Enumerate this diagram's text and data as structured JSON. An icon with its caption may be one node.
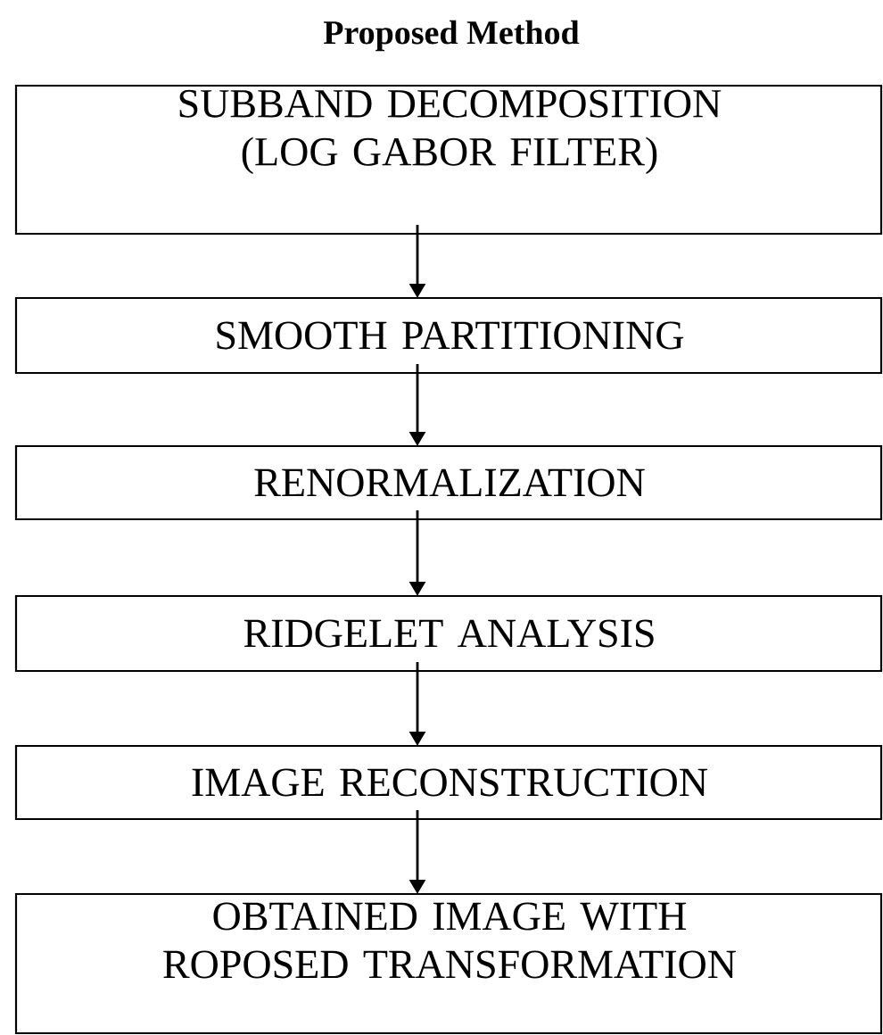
{
  "diagram": {
    "title": "Proposed Method",
    "nodes": [
      {
        "text": [
          "SUBBAND DECOMPOSITION (LOG GABOR FILTER)"
        ]
      },
      {
        "text": [
          "SMOOTH PARTITIONING"
        ]
      },
      {
        "text": [
          "RENORMALIZATION"
        ]
      },
      {
        "text": [
          "RIDGELET ANALYSIS"
        ]
      },
      {
        "text": [
          "IMAGE RECONSTRUCTION"
        ]
      },
      {
        "text": [
          "OBTAINED IMAGE WITH ROPOSED TRANSFORMATION"
        ]
      }
    ],
    "edges": [
      {
        "from": 0,
        "to": 1,
        "arrow": "to"
      },
      {
        "from": 1,
        "to": 2,
        "arrow": "to"
      },
      {
        "from": 2,
        "to": 3,
        "arrow": "to"
      },
      {
        "from": 3,
        "to": 4,
        "arrow": "to"
      },
      {
        "from": 4,
        "to": 5,
        "arrow": "to"
      }
    ]
  }
}
